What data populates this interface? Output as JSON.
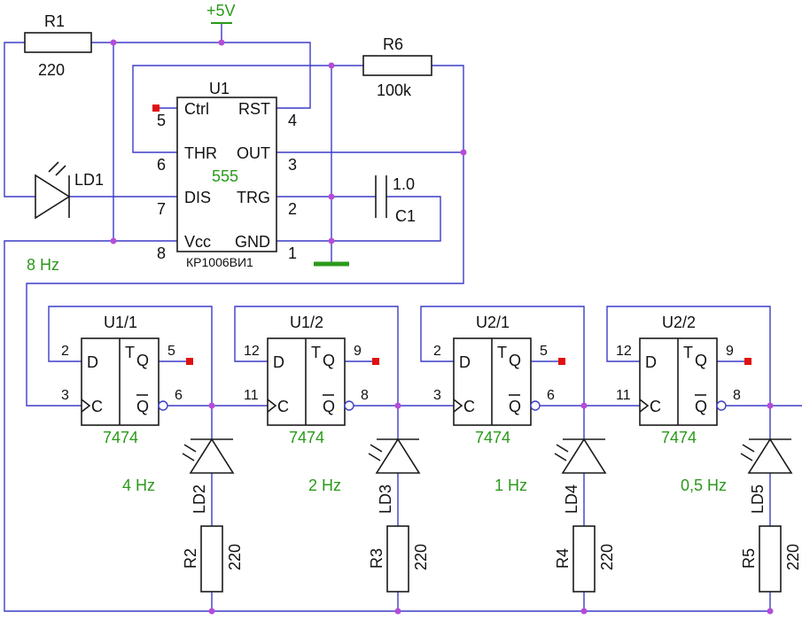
{
  "colors": {
    "wire": "#3c3cc8",
    "green": "#2a9a1a",
    "node": "#b44dd8",
    "nc": "#e01010"
  },
  "power": {
    "vcc_label": "+5V"
  },
  "r1": {
    "ref": "R1",
    "value": "220"
  },
  "r6": {
    "ref": "R6",
    "value": "100k"
  },
  "c1": {
    "ref": "C1",
    "value": "1.0"
  },
  "ld1": {
    "ref": "LD1"
  },
  "timer": {
    "ref": "U1",
    "type": "555",
    "part": "КР1006ВИ1",
    "left_pins": [
      {
        "name": "Ctrl",
        "num": "5"
      },
      {
        "name": "THR",
        "num": "6"
      },
      {
        "name": "DIS",
        "num": "7"
      },
      {
        "name": "Vcc",
        "num": "8"
      }
    ],
    "right_pins": [
      {
        "name": "RST",
        "num": "4"
      },
      {
        "name": "OUT",
        "num": "3"
      },
      {
        "name": "TRG",
        "num": "2"
      },
      {
        "name": "GND",
        "num": "1"
      }
    ]
  },
  "freq_main": "8 Hz",
  "flipflops": [
    {
      "ref": "U1/1",
      "part": "7474",
      "d_pin": "2",
      "c_pin": "3",
      "q_pin": "5",
      "qn_pin": "6",
      "freq": "4 Hz",
      "led": "LD2",
      "res": "R2",
      "res_val": "220"
    },
    {
      "ref": "U1/2",
      "part": "7474",
      "d_pin": "12",
      "c_pin": "11",
      "q_pin": "9",
      "qn_pin": "8",
      "freq": "2 Hz",
      "led": "LD3",
      "res": "R3",
      "res_val": "220"
    },
    {
      "ref": "U2/1",
      "part": "7474",
      "d_pin": "2",
      "c_pin": "3",
      "q_pin": "5",
      "qn_pin": "6",
      "freq": "1 Hz",
      "led": "LD4",
      "res": "R4",
      "res_val": "220"
    },
    {
      "ref": "U2/2",
      "part": "7474",
      "d_pin": "12",
      "c_pin": "11",
      "q_pin": "9",
      "qn_pin": "8",
      "freq": "0,5 Hz",
      "led": "LD5",
      "res": "R5",
      "res_val": "220"
    }
  ],
  "ff_labels": {
    "d": "D",
    "c": "C",
    "t": "T",
    "q": "Q",
    "qn": "Q"
  }
}
